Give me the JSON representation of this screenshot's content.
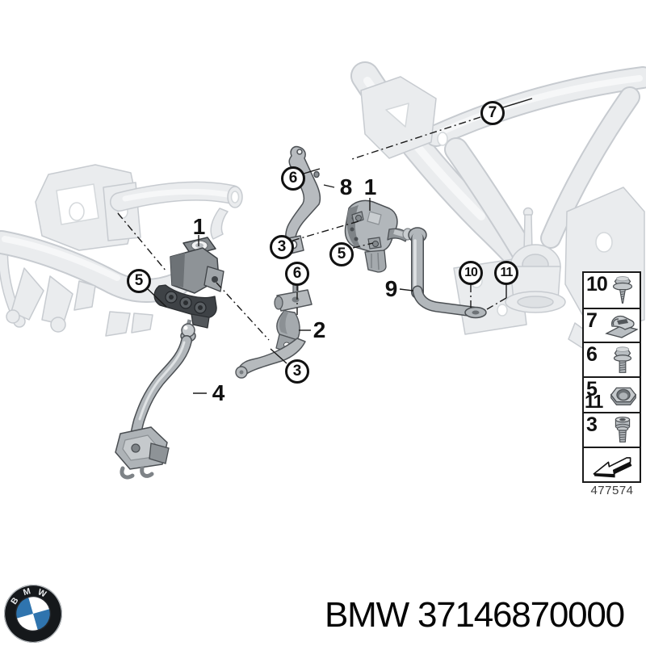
{
  "colors": {
    "roundel_blue": "#2f74ae",
    "ghost_gray": "#eaecee",
    "part_gray": "#b4b9bd",
    "dark_part": "#53575b",
    "line_black": "#1a1a1a"
  },
  "diagram": {
    "code": "477574",
    "callouts": {
      "c7": "7",
      "c6_upper": "6",
      "b8": "8",
      "b1_rear": "1",
      "c3_rear": "3",
      "c5_rear": "5",
      "c6_lower": "6",
      "b1_front": "1",
      "c5_front": "5",
      "b2": "2",
      "c3_front": "3",
      "b4": "4",
      "b9": "9",
      "c10": "10",
      "c11": "11"
    },
    "legend": {
      "rows": [
        {
          "labels": [
            "10"
          ],
          "icon": "screw-with-washer-icon"
        },
        {
          "labels": [
            "7"
          ],
          "icon": "clip-nut-icon"
        },
        {
          "labels": [
            "6"
          ],
          "icon": "flange-bolt-icon"
        },
        {
          "labels": [
            "5",
            "11"
          ],
          "icon": "hex-nut-icon"
        },
        {
          "labels": [
            "3"
          ],
          "icon": "socket-head-bolt-icon"
        },
        {
          "labels": [],
          "icon": "direction-arrow-icon"
        }
      ]
    }
  },
  "branding": {
    "roundel_letters": [
      "B",
      "M",
      "W"
    ],
    "title": "BMW 37146870000"
  }
}
